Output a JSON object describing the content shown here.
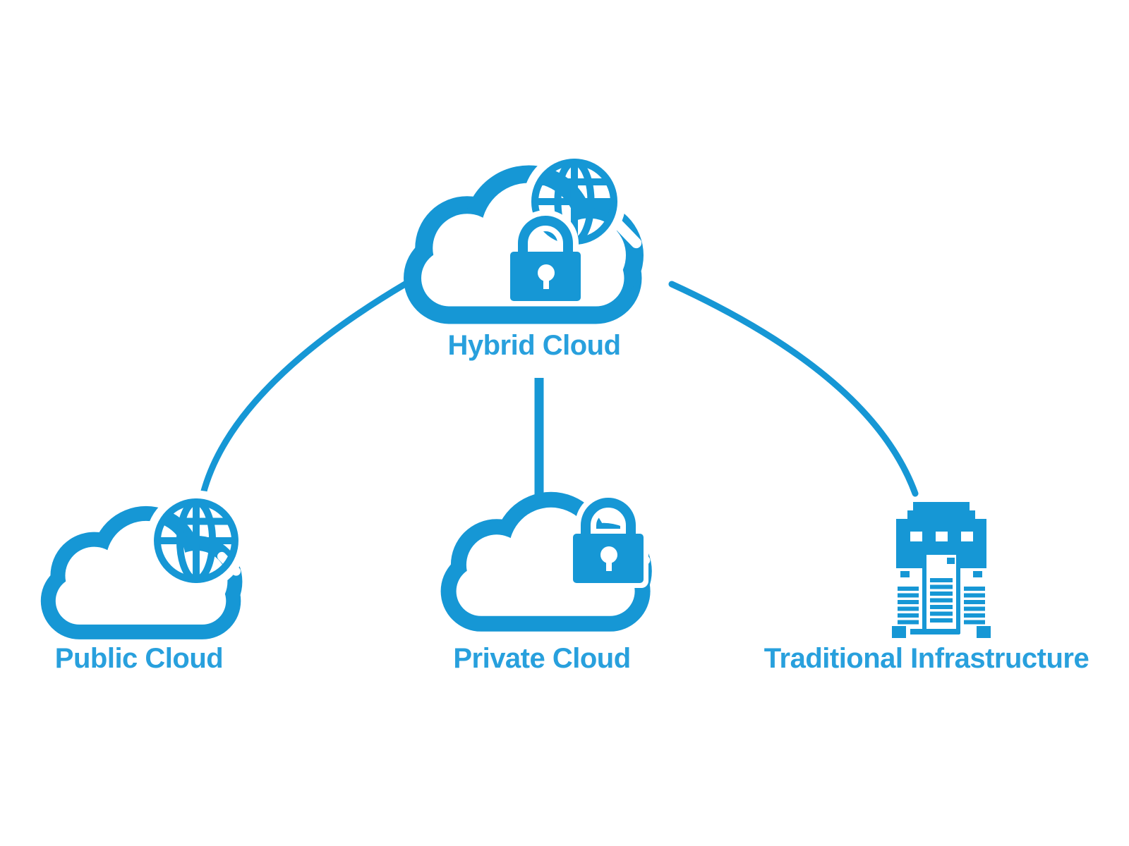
{
  "colors": {
    "accent": "#1697d5",
    "label": "#28a0dd",
    "background": "#ffffff"
  },
  "diagram": {
    "type": "cloud-infrastructure-topology",
    "nodes": [
      {
        "id": "hybrid-cloud",
        "label": "Hybrid Cloud",
        "icons": [
          "cloud-icon",
          "globe-icon",
          "lock-icon"
        ],
        "position": "top-center"
      },
      {
        "id": "public-cloud",
        "label": "Public Cloud",
        "icons": [
          "cloud-icon",
          "globe-icon"
        ],
        "position": "bottom-left"
      },
      {
        "id": "private-cloud",
        "label": "Private Cloud",
        "icons": [
          "cloud-icon",
          "lock-icon"
        ],
        "position": "bottom-center"
      },
      {
        "id": "traditional-infrastructure",
        "label": "Traditional Infrastructure",
        "icons": [
          "mainframe-icon"
        ],
        "position": "bottom-right"
      }
    ],
    "connections": [
      {
        "from": "hybrid-cloud",
        "to": "public-cloud",
        "shape": "arc"
      },
      {
        "from": "hybrid-cloud",
        "to": "private-cloud",
        "shape": "line"
      },
      {
        "from": "hybrid-cloud",
        "to": "traditional-infrastructure",
        "shape": "arc"
      }
    ]
  }
}
